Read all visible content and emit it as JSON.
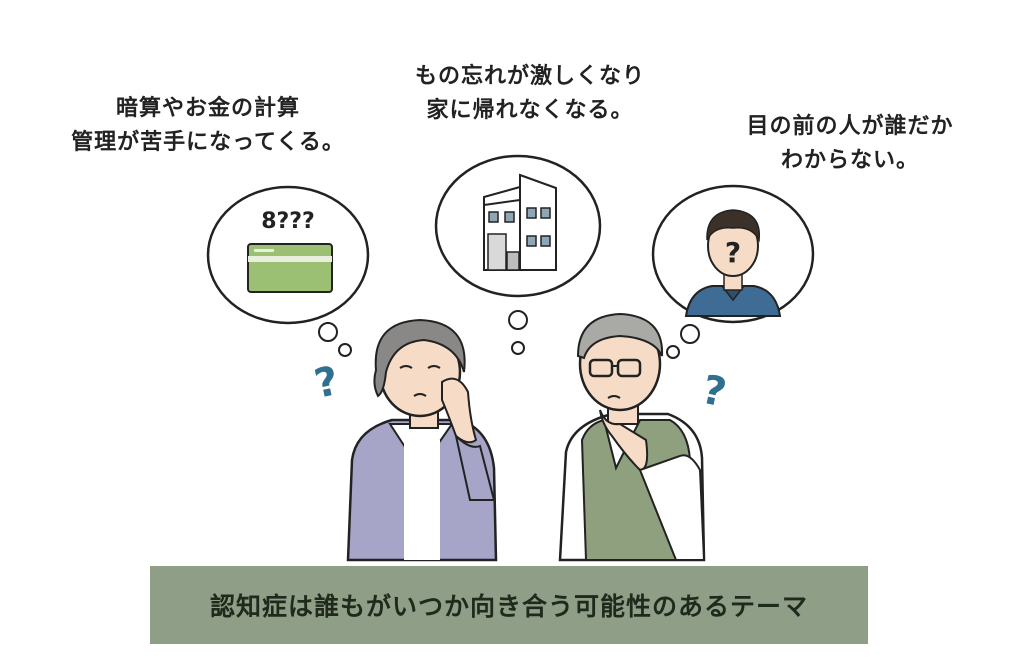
{
  "captions": {
    "left": {
      "line1": "暗算やお金の計算",
      "line2": "管理が苦手になってくる。"
    },
    "middle": {
      "line1": "もの忘れが激しくなり",
      "line2": "家に帰れなくなる。"
    },
    "right": {
      "line1": "目の前の人が誰だか",
      "line2": "わからない。"
    }
  },
  "bubble_left": {
    "digits": "8???"
  },
  "banner": {
    "text": "認知症は誰もがいつか向き合う可能性のあるテーマ"
  },
  "colors": {
    "accent_green": "#8f9e86",
    "bank_card": "#9bbf73",
    "woman_cardigan": "#a7a5c7",
    "man_vest": "#8fa07e",
    "question_mark": "#2f6f8f",
    "outline": "#222222"
  }
}
